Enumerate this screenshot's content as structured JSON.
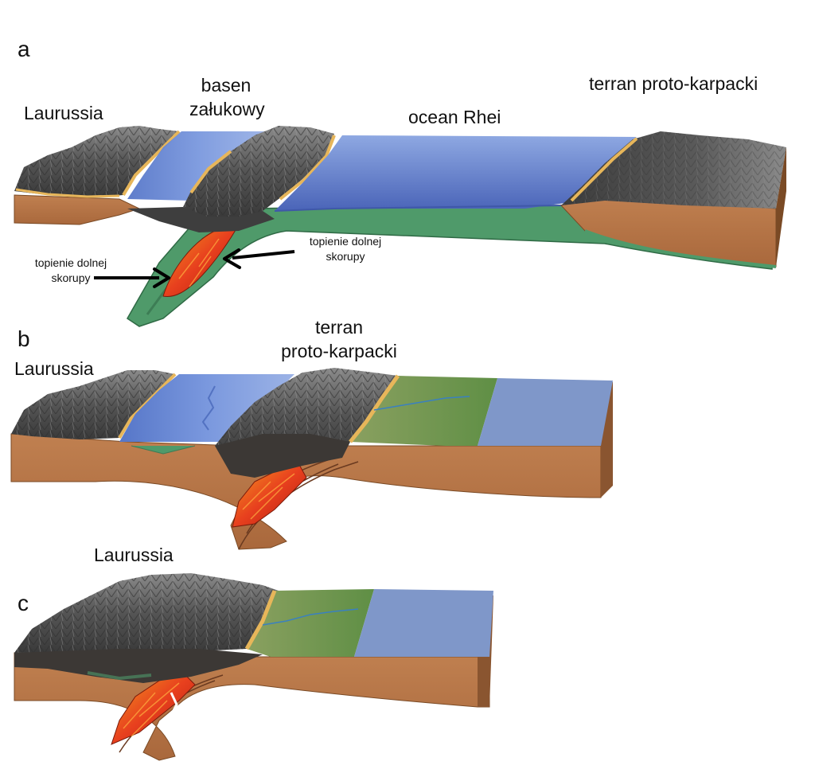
{
  "panels": {
    "a": {
      "letter": "a",
      "laurussia": "Laurussia",
      "backarc_basin": [
        "basen",
        "załukowy"
      ],
      "ocean": "ocean Rhei",
      "terrane": "terran proto-karpacki",
      "melting_left": [
        "topienie dolnej",
        "skorupy"
      ],
      "melting_right": [
        "topienie dolnej",
        "skorupy"
      ]
    },
    "b": {
      "letter": "b",
      "laurussia": "Laurussia",
      "terrane": [
        "terran",
        "proto-karpacki"
      ]
    },
    "c": {
      "letter": "c",
      "laurussia": "Laurussia"
    }
  },
  "colors": {
    "crust": "#b8784a",
    "ocean_water": "#6f8fd8",
    "oceanic_plate": "#4f9a6a",
    "mountains": "#6b6b6b",
    "coast": "#e7b65a",
    "lowland": "#6e9a4a",
    "sea_flat": "#7f97c9",
    "melt": "#e8401e"
  }
}
